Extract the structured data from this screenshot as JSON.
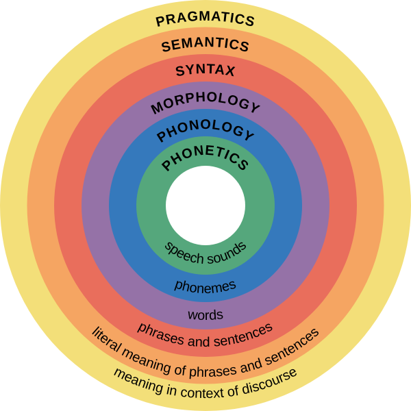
{
  "diagram": {
    "type": "concentric-rings",
    "subject": "levels of linguistic analysis",
    "center_color": "#FFFFFF",
    "text_color": "#000000",
    "rings": [
      {
        "label": "PRAGMATICS",
        "description": "meaning in context of discourse",
        "color": "#F3DF79"
      },
      {
        "label": "SEMANTICS",
        "description": "literal meaning of phrases and sentences",
        "color": "#F5A562"
      },
      {
        "label": "SYNTAX",
        "description": "phrases and sentences",
        "color": "#E96E5C"
      },
      {
        "label": "MORPHOLOGY",
        "description": "words",
        "color": "#9572A7"
      },
      {
        "label": "PHONOLOGY",
        "description": "phonemes",
        "color": "#3579BC"
      },
      {
        "label": "PHONETICS",
        "description": "speech sounds",
        "color": "#55A77C"
      }
    ]
  }
}
